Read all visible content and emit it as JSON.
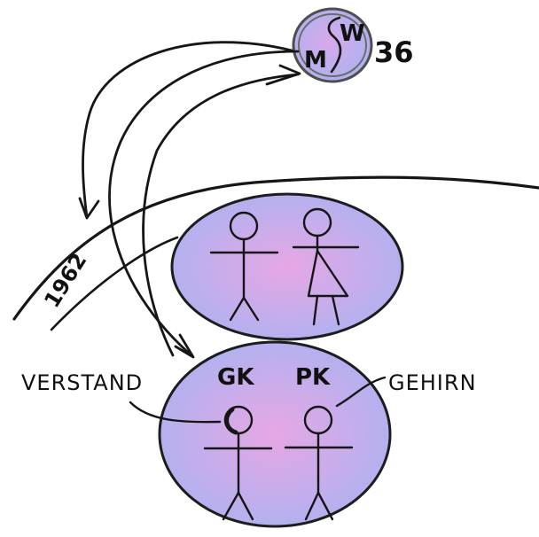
{
  "diagram": {
    "top_node": {
      "left_letter": "M",
      "right_letter": "W",
      "number": "36"
    },
    "timeline": {
      "year": "1962"
    },
    "bottom_group": {
      "left_code": "GK",
      "right_code": "PK",
      "left_label": "VERSTAND",
      "right_label": "GEHIRN"
    },
    "colors": {
      "ellipse_center": "#e4a8e5",
      "ellipse_edge": "#a9b4ef",
      "outline": "#161616",
      "background": "#ffffff"
    }
  }
}
